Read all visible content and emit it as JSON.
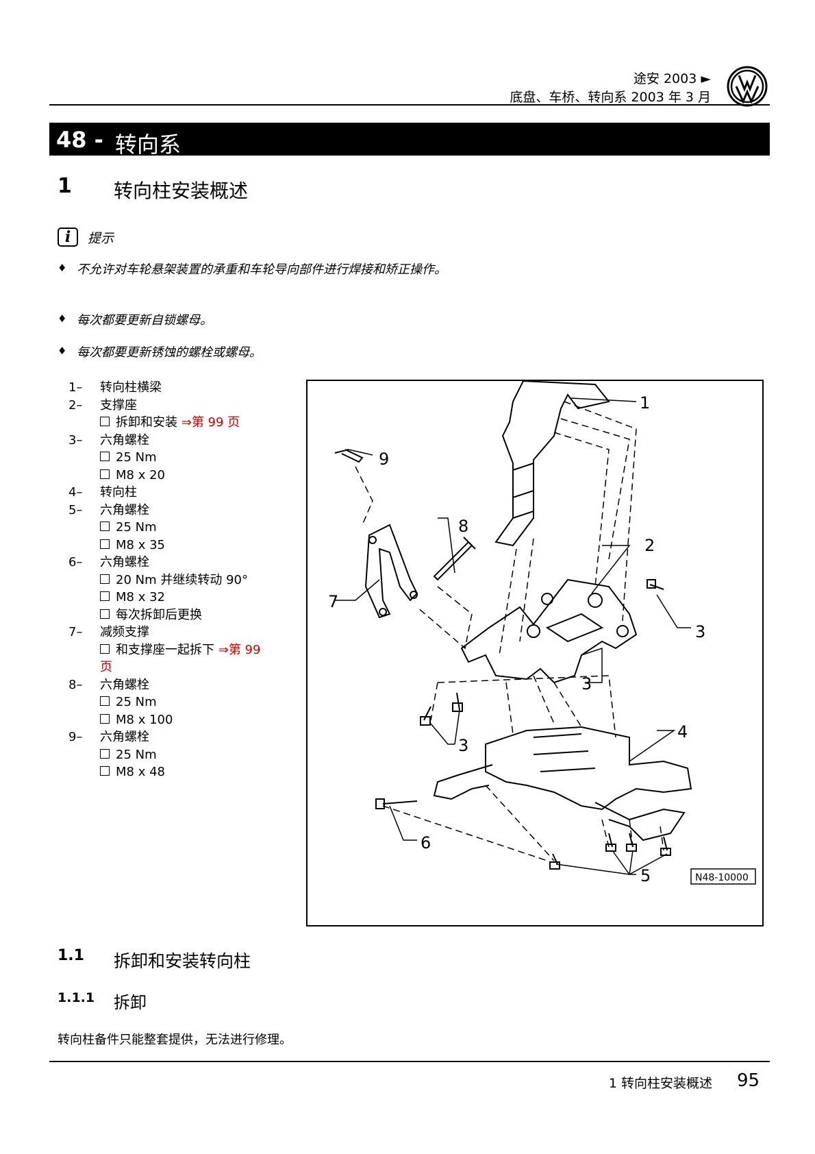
{
  "header": {
    "model": "途安 2003",
    "arrow": "►",
    "subtitle": "底盘、车桥、转向系 2003 年 3 月"
  },
  "chapter": {
    "number": "48 -",
    "title": "转向系"
  },
  "section": {
    "number": "1",
    "title": "转向柱安装概述"
  },
  "note": {
    "label": "提示",
    "bullets": [
      "不允许对车轮悬架装置的承重和车轮导向部件进行焊接和矫正操作。",
      "每次都要更新自锁螺母。",
      "每次都要更新锈蚀的螺栓或螺母。"
    ]
  },
  "legend": [
    {
      "num": "1–",
      "label": "转向柱横梁",
      "subs": []
    },
    {
      "num": "2–",
      "label": "支撑座",
      "subs": [
        {
          "text": "拆卸和安装",
          "ref": "⇒第 99 页"
        }
      ]
    },
    {
      "num": "3–",
      "label": "六角螺栓",
      "subs": [
        {
          "text": "25 Nm"
        },
        {
          "text": "M8 x 20"
        }
      ]
    },
    {
      "num": "4–",
      "label": "转向柱",
      "subs": []
    },
    {
      "num": "5–",
      "label": "六角螺栓",
      "subs": [
        {
          "text": "25 Nm"
        },
        {
          "text": "M8 x 35"
        }
      ]
    },
    {
      "num": "6–",
      "label": "六角螺栓",
      "subs": [
        {
          "text": "20 Nm 并继续转动 90°"
        },
        {
          "text": "M8 x 32"
        },
        {
          "text": "每次拆卸后更换"
        }
      ]
    },
    {
      "num": "7–",
      "label": "减频支撑",
      "subs": [
        {
          "text": "和支撑座一起拆下",
          "ref": "⇒第 99 页"
        }
      ]
    },
    {
      "num": "8–",
      "label": "六角螺栓",
      "subs": [
        {
          "text": "25 Nm"
        },
        {
          "text": "M8 x 100"
        }
      ]
    },
    {
      "num": "9–",
      "label": "六角螺栓",
      "subs": [
        {
          "text": "25 Nm"
        },
        {
          "text": "M8 x 48"
        }
      ]
    }
  ],
  "figure": {
    "labels": [
      "1",
      "9",
      "8",
      "2",
      "7",
      "3",
      "3",
      "4",
      "3",
      "6",
      "5"
    ],
    "code": "N48-10000"
  },
  "subsection": {
    "number": "1.1",
    "title": "拆卸和安装转向柱"
  },
  "subsubsection": {
    "number": "1.1.1",
    "title": "拆卸"
  },
  "body": "转向柱备件只能整套提供，无法进行修理。",
  "footer": {
    "section": "1 转向柱安装概述",
    "page": "95"
  }
}
